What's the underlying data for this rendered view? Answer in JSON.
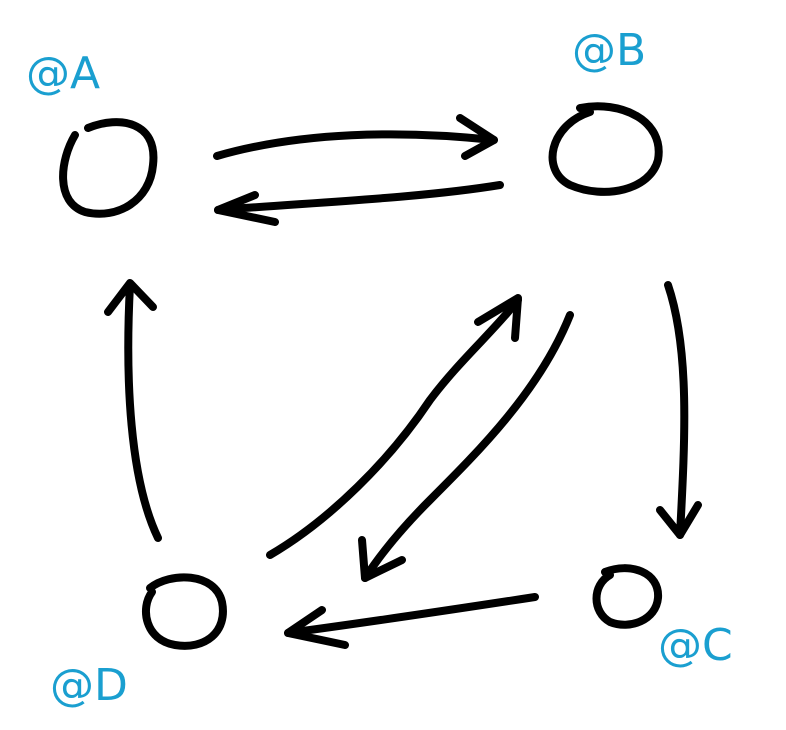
{
  "colors": {
    "ink": "#000000",
    "label": "#1a9fd0",
    "background": "#ffffff"
  },
  "nodes": [
    {
      "id": "A",
      "label": "@A"
    },
    {
      "id": "B",
      "label": "@B"
    },
    {
      "id": "C",
      "label": "@C"
    },
    {
      "id": "D",
      "label": "@D"
    }
  ],
  "edges": [
    {
      "from": "A",
      "to": "B"
    },
    {
      "from": "B",
      "to": "A"
    },
    {
      "from": "D",
      "to": "A"
    },
    {
      "from": "D",
      "to": "B"
    },
    {
      "from": "B",
      "to": "D"
    },
    {
      "from": "B",
      "to": "C"
    },
    {
      "from": "C",
      "to": "D"
    }
  ]
}
